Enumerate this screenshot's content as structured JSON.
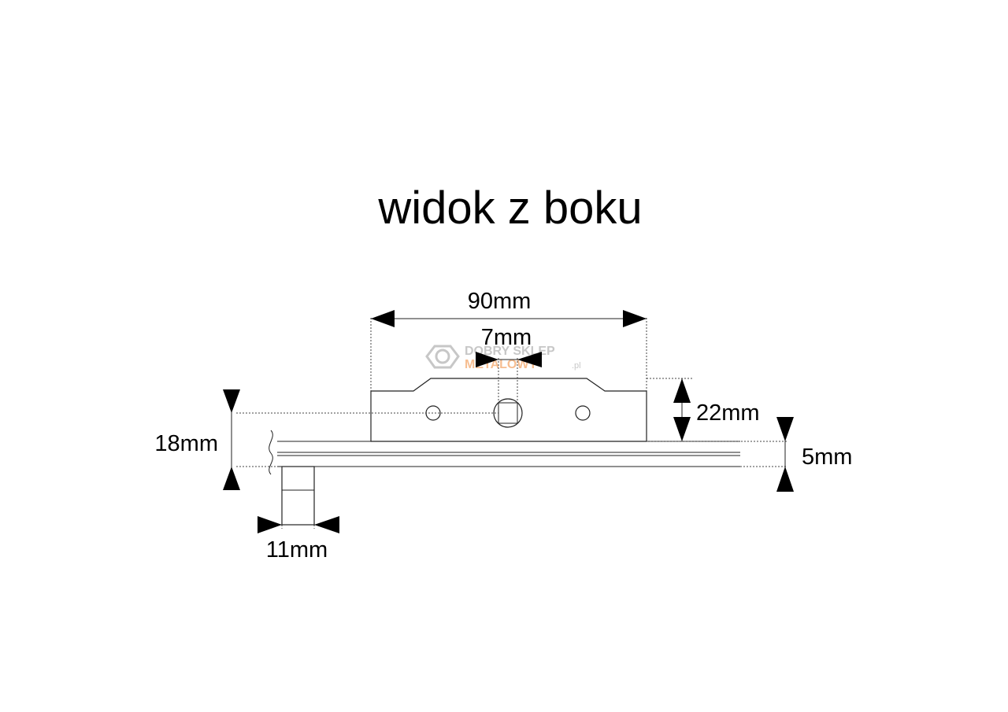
{
  "title": "widok z boku",
  "dimensions": {
    "width_total": "90mm",
    "hole": "7mm",
    "height_bracket": "22mm",
    "height_left": "18mm",
    "thickness": "5mm",
    "post_width": "11mm"
  },
  "watermark": {
    "line1": "DOBRY SKLEP",
    "line2": "METALOWY",
    "suffix": ".pl",
    "icon": "hex-nut-icon",
    "colors": {
      "gray": "#b5b5b5",
      "orange": "#f4a86b"
    }
  }
}
